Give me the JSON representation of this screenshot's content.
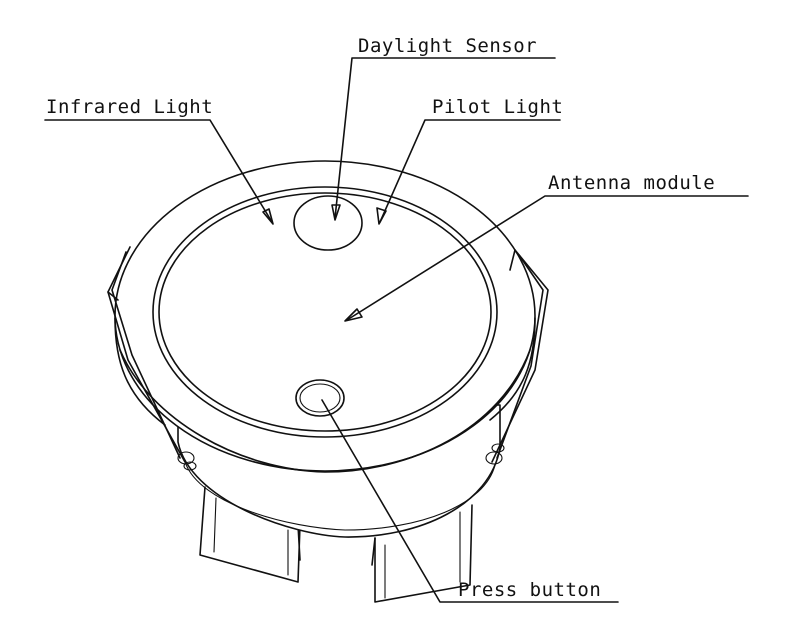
{
  "diagram": {
    "labels": {
      "daylight_sensor": "Daylight Sensor",
      "infrared_light": "Infrared Light",
      "pilot_light": "Pilot Light",
      "antenna_module": "Antenna module",
      "press_button": "Press button"
    }
  }
}
